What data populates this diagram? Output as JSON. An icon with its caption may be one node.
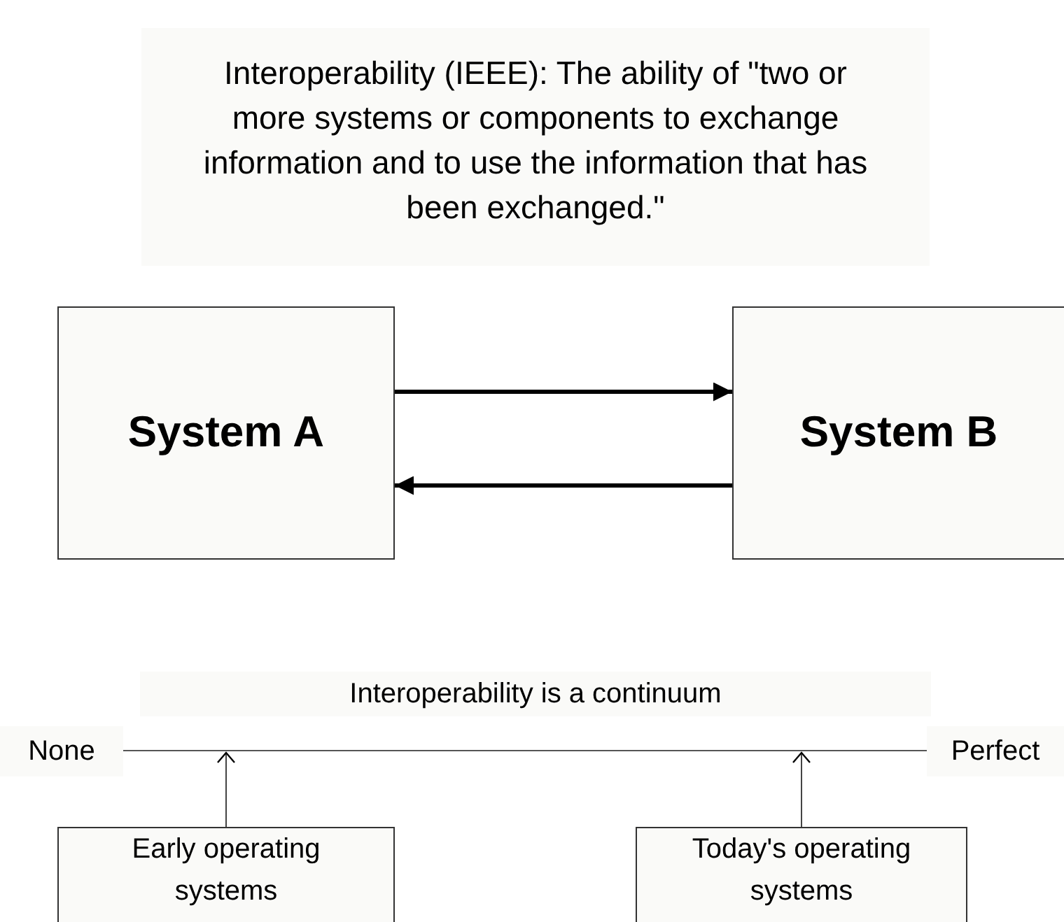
{
  "diagram": {
    "nodes": [
      {
        "text": [
          "Interoperability (IEEE): The ability of \"two or more systems or components to exchange information and to use the information that has been exchanged.\""
        ]
      },
      {
        "text": [
          "System A"
        ]
      },
      {
        "text": [
          "System B"
        ]
      },
      {
        "text": [
          "Interoperability is a continuum"
        ]
      },
      {
        "text": [
          "None"
        ]
      },
      {
        "text": [],
        "shape": "bar"
      },
      {
        "text": [
          "Perfect"
        ]
      },
      {
        "text": [
          "Early operating systems"
        ]
      },
      {
        "text": [
          "Today's operating systems"
        ]
      }
    ],
    "edges": [
      {
        "from": 1,
        "to": 2,
        "arrow": "to",
        "style": "thick"
      },
      {
        "from": 2,
        "to": 1,
        "arrow": "to",
        "style": "thick"
      },
      {
        "from": 7,
        "to": 5,
        "arrow": "to"
      },
      {
        "from": 8,
        "to": 5,
        "arrow": "to"
      }
    ]
  }
}
